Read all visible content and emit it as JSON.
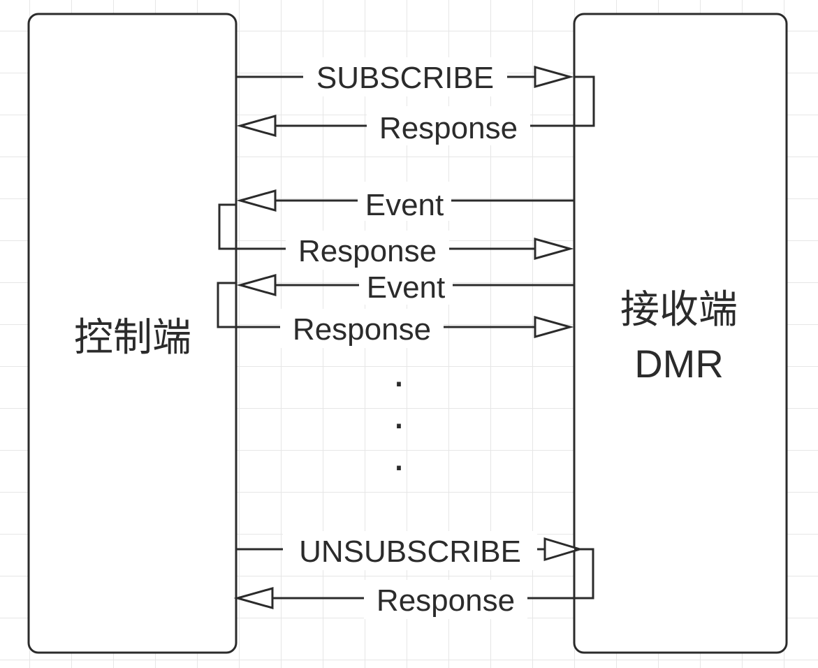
{
  "entities": {
    "left": {
      "label": "控制端"
    },
    "right": {
      "line1": "接收端",
      "line2": "DMR"
    }
  },
  "messages": [
    {
      "label": "SUBSCRIBE",
      "direction": "to-right"
    },
    {
      "label": "Response",
      "direction": "to-left"
    },
    {
      "label": "Event",
      "direction": "to-left"
    },
    {
      "label": "Response",
      "direction": "to-right"
    },
    {
      "label": "Event",
      "direction": "to-left"
    },
    {
      "label": "Response",
      "direction": "to-right"
    },
    {
      "label": "UNSUBSCRIBE",
      "direction": "to-right"
    },
    {
      "label": "Response",
      "direction": "to-left"
    }
  ],
  "ellipsis": [
    "·",
    "·",
    "·"
  ]
}
